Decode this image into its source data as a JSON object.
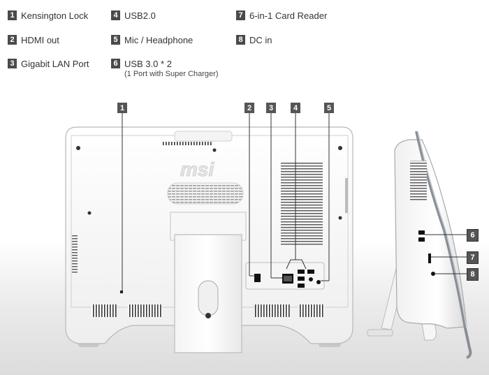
{
  "legend": {
    "items": [
      {
        "num": "1",
        "label": "Kensington Lock"
      },
      {
        "num": "2",
        "label": "HDMI out"
      },
      {
        "num": "3",
        "label": "Gigabit LAN Port"
      },
      {
        "num": "4",
        "label": "USB2.0"
      },
      {
        "num": "5",
        "label": "Mic / Headphone"
      },
      {
        "num": "6",
        "label": "USB 3.0 * 2",
        "sublabel": "(1 Port with Super Charger)"
      },
      {
        "num": "7",
        "label": "6-in-1 Card Reader"
      },
      {
        "num": "8",
        "label": "DC in"
      }
    ]
  },
  "callouts": [
    "1",
    "2",
    "3",
    "4",
    "5",
    "6",
    "7",
    "8"
  ],
  "device": {
    "logo_text": "msi"
  }
}
